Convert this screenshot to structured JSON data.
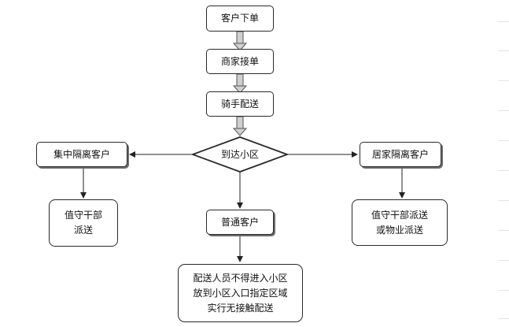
{
  "flowchart": {
    "step_order": "客户下单",
    "step_merchant": "商家接单",
    "step_rider": "骑手配送",
    "decision": "到达小区",
    "branch_left": "集中隔离客户",
    "branch_right": "居家隔离客户",
    "branch_center": "普通客户",
    "left_result": [
      "值守干部",
      "派送"
    ],
    "right_result": [
      "值守干部派送",
      "或物业派送"
    ],
    "center_result": [
      "配送人员不得进入小区",
      "放到小区入口指定区域",
      "实行无接触配送"
    ]
  }
}
